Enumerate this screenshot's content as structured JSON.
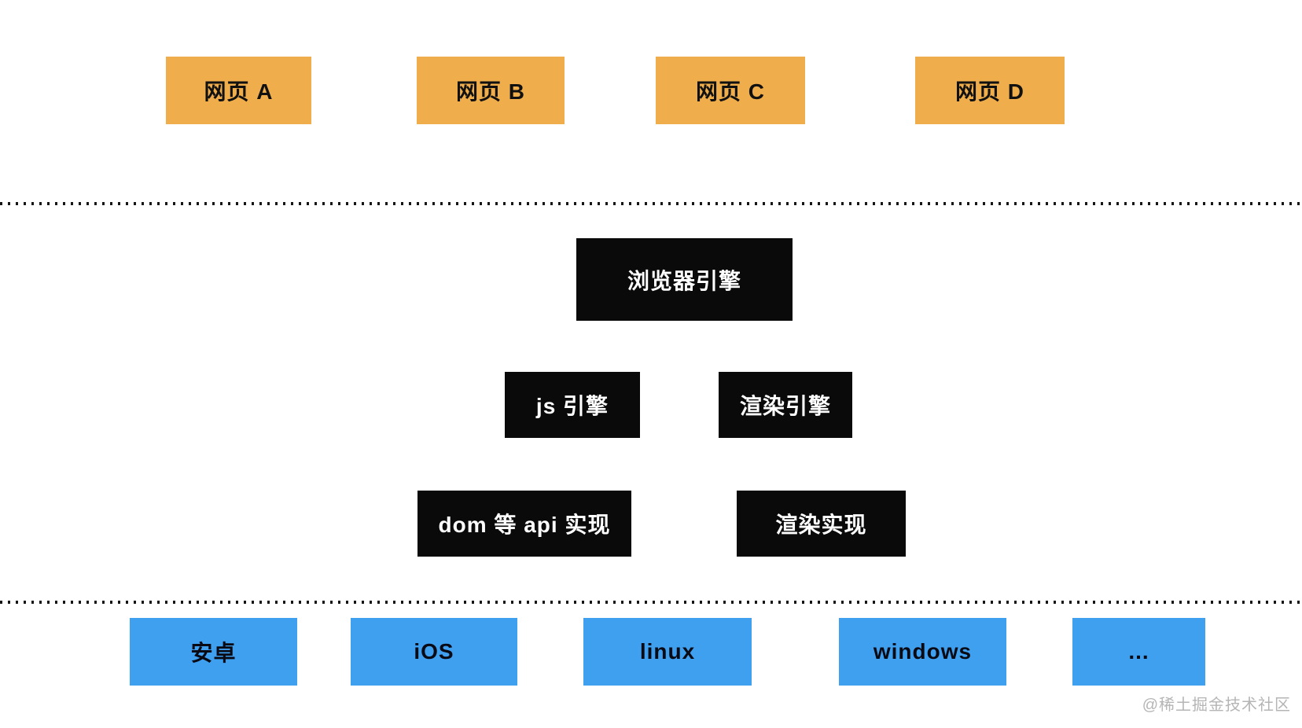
{
  "diagram_title": "browser-architecture-diagram",
  "colors": {
    "webpage_orange": "#F0AD4C",
    "platform_blue": "#3FA0F0",
    "engine_black": "#0A0A0A",
    "text_on_black": "#FFFFFF",
    "text_on_color": "#111111",
    "separator_black": "#151515",
    "watermark_gray": "#B5B5B5",
    "background": "#FFFFFF"
  },
  "nodes": {
    "web_pages": [
      {
        "label": "网页 A"
      },
      {
        "label": "网页 B"
      },
      {
        "label": "网页 C"
      },
      {
        "label": "网页 D"
      }
    ],
    "browser_engine": {
      "label": "浏览器引擎"
    },
    "js_engine": {
      "label": "js 引擎"
    },
    "render_engine": {
      "label": "渲染引擎"
    },
    "dom_api_impl": {
      "label": "dom 等 api 实现"
    },
    "render_impl": {
      "label": "渲染实现"
    },
    "platforms": [
      {
        "label": "安卓"
      },
      {
        "label": "iOS"
      },
      {
        "label": "linux"
      },
      {
        "label": "windows"
      },
      {
        "label": "..."
      }
    ]
  },
  "watermark": {
    "text": "@稀土掘金技术社区"
  }
}
